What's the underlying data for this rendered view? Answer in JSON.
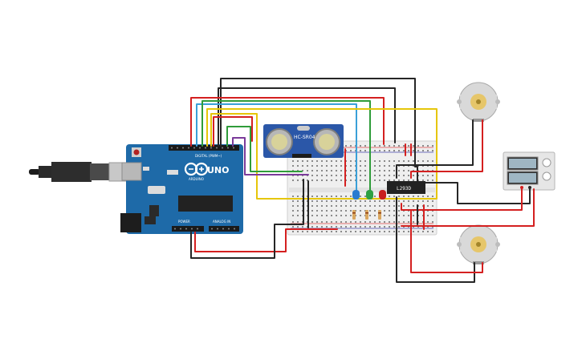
{
  "arduino": {
    "model_label": "UNO",
    "brand_label": "ARDUINO",
    "header_digital": "DIGITAL (PWM~)",
    "header_power": "POWER",
    "header_analog": "ANALOG IN"
  },
  "sensor": {
    "label": "HC-SR04"
  },
  "driver_chip": {
    "label": "L293D"
  },
  "colors": {
    "board": "#1e6aa8",
    "breadboard": "#efefef",
    "wire_red": "#d42020",
    "wire_black": "#262626",
    "wire_yellow": "#e6c60a",
    "wire_green": "#2f9c3a",
    "wire_blue": "#3aa0d8",
    "wire_purple": "#7a3a9a",
    "led_blue": "#2a7bd0",
    "led_green": "#2ea043",
    "led_red": "#c91f1f"
  },
  "icons": [
    "usb-cable-icon",
    "dc-motor-icon",
    "power-supply-icon",
    "led-icon",
    "resistor-icon"
  ]
}
